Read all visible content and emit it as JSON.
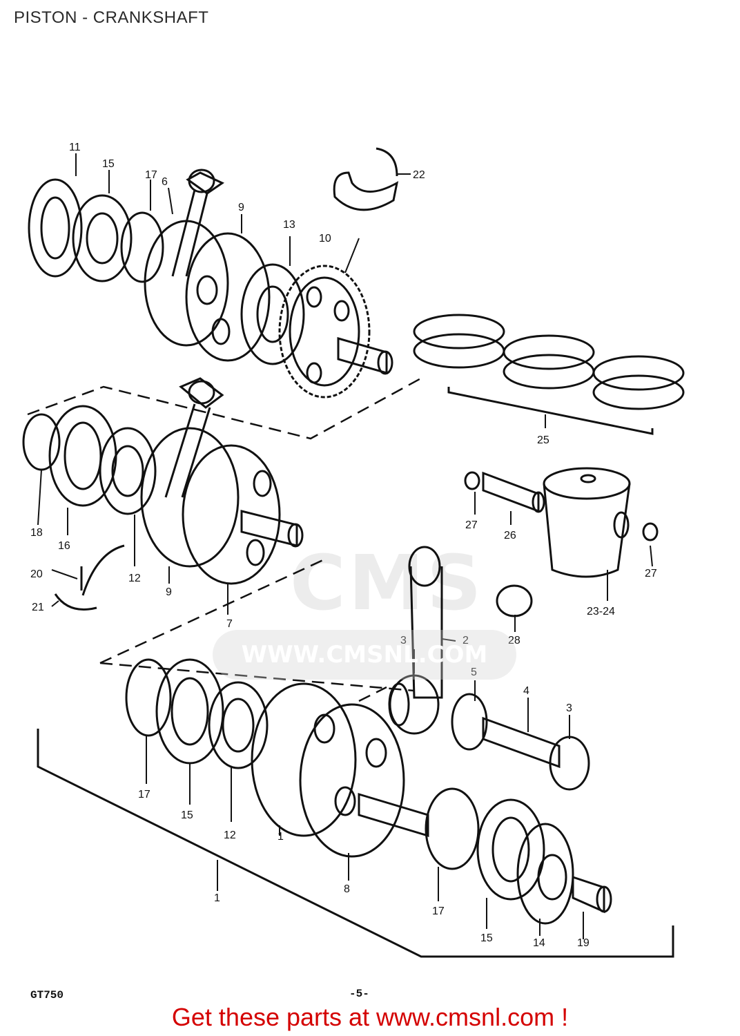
{
  "header": {
    "title": "PISTON - CRANKSHAFT"
  },
  "watermark": {
    "brand": "CMS",
    "url": "WWW.CMSNL.COM"
  },
  "footer": {
    "cta": "Get these parts at www.cmsnl.com !",
    "model": "GT750",
    "page": "-5-"
  },
  "callouts": [
    {
      "id": "c11",
      "label": "11"
    },
    {
      "id": "c15a",
      "label": "15"
    },
    {
      "id": "c17a",
      "label": "17"
    },
    {
      "id": "c6",
      "label": "6"
    },
    {
      "id": "c9a",
      "label": "9"
    },
    {
      "id": "c13",
      "label": "13"
    },
    {
      "id": "c10",
      "label": "10"
    },
    {
      "id": "c22",
      "label": "22"
    },
    {
      "id": "c25",
      "label": "25"
    },
    {
      "id": "c27a",
      "label": "27"
    },
    {
      "id": "c26",
      "label": "26"
    },
    {
      "id": "c27b",
      "label": "27"
    },
    {
      "id": "c2324",
      "label": "23-24"
    },
    {
      "id": "c28",
      "label": "28"
    },
    {
      "id": "c18",
      "label": "18"
    },
    {
      "id": "c16",
      "label": "16"
    },
    {
      "id": "c20",
      "label": "20"
    },
    {
      "id": "c21",
      "label": "21"
    },
    {
      "id": "c12a",
      "label": "12"
    },
    {
      "id": "c9b",
      "label": "9"
    },
    {
      "id": "c7",
      "label": "7"
    },
    {
      "id": "c3a",
      "label": "3"
    },
    {
      "id": "c2",
      "label": "2"
    },
    {
      "id": "c5",
      "label": "5"
    },
    {
      "id": "c4",
      "label": "4"
    },
    {
      "id": "c3b",
      "label": "3"
    },
    {
      "id": "c17b",
      "label": "17"
    },
    {
      "id": "c15b",
      "label": "15"
    },
    {
      "id": "c12b",
      "label": "12"
    },
    {
      "id": "c1a",
      "label": "1"
    },
    {
      "id": "c1b",
      "label": "1"
    },
    {
      "id": "c8",
      "label": "8"
    },
    {
      "id": "c17c",
      "label": "17"
    },
    {
      "id": "c15c",
      "label": "15"
    },
    {
      "id": "c14",
      "label": "14"
    },
    {
      "id": "c19",
      "label": "19"
    }
  ]
}
